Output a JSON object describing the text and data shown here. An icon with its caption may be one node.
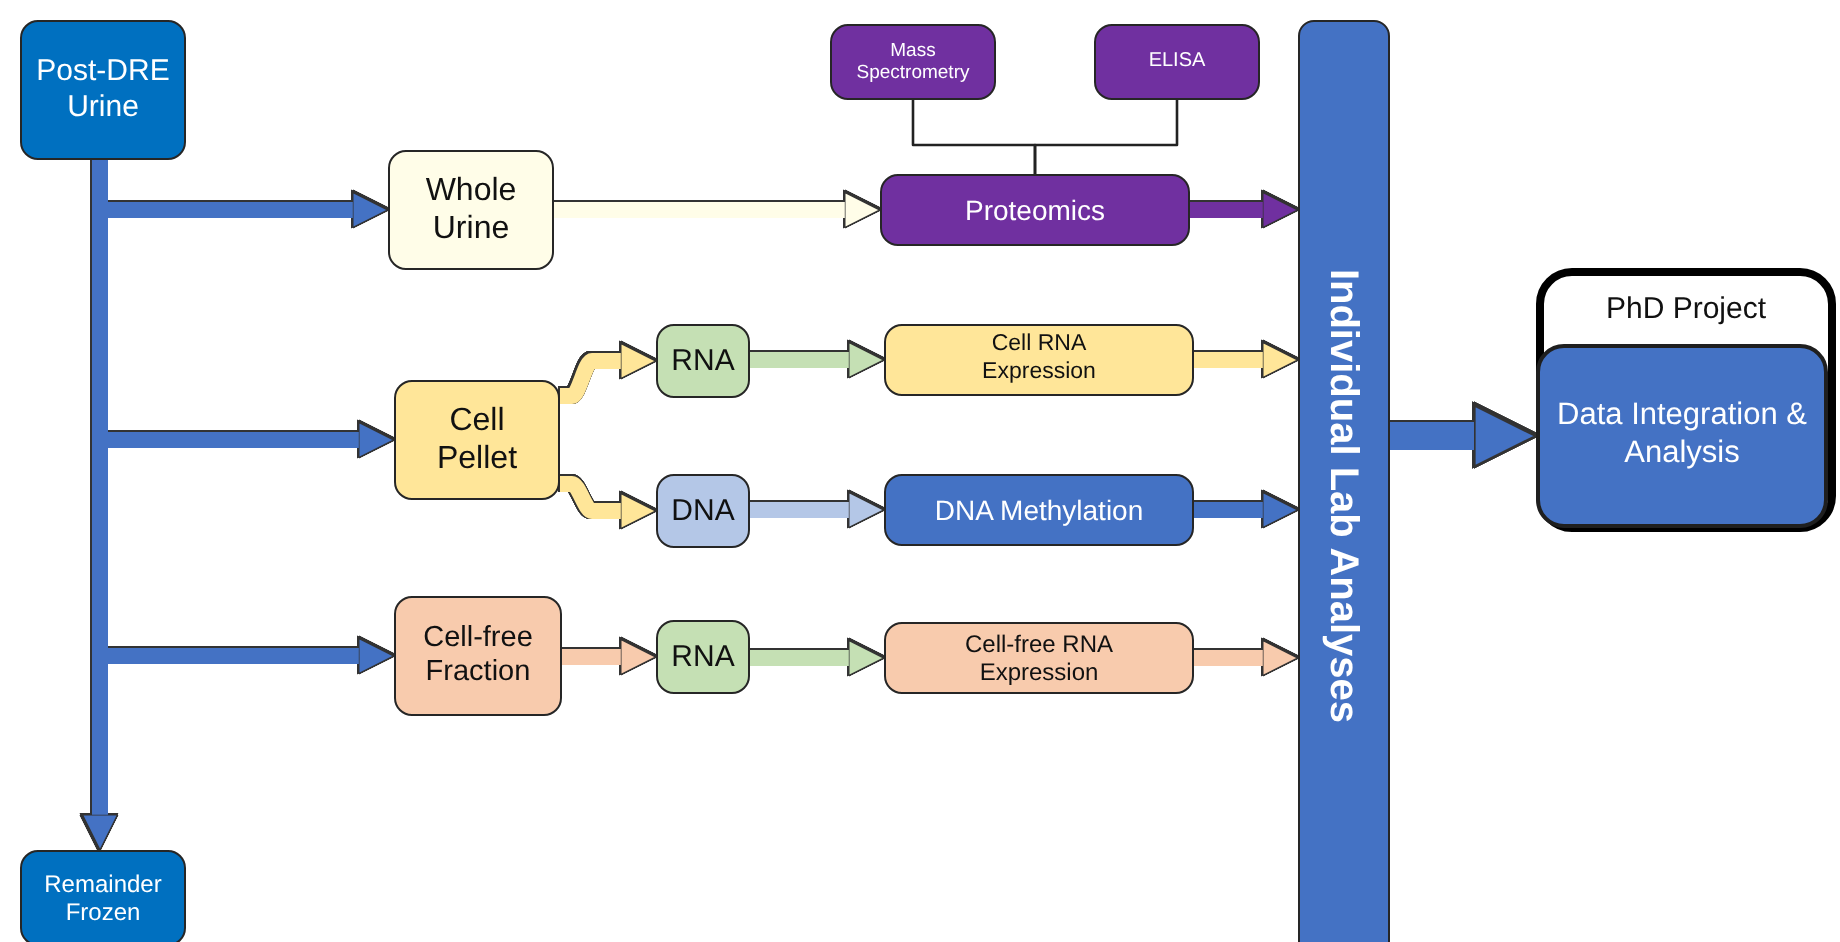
{
  "diagram": {
    "nodes": [
      {
        "text": [
          "Post-DRE Urine"
        ]
      },
      {
        "text": [
          "Remainder Frozen"
        ]
      },
      {
        "text": [
          "Whole Urine"
        ]
      },
      {
        "text": [
          "Cell Pellet"
        ]
      },
      {
        "text": [
          "Cell-free Fraction"
        ]
      },
      {
        "text": [
          "RNA"
        ]
      },
      {
        "text": [
          "DNA"
        ]
      },
      {
        "text": [
          "RNA"
        ]
      },
      {
        "text": [
          "Mass Spectrometry"
        ]
      },
      {
        "text": [
          "ELISA"
        ]
      },
      {
        "text": [
          "Proteomics"
        ]
      },
      {
        "text": [
          "Cell RNA Expression"
        ]
      },
      {
        "text": [
          "DNA Methylation"
        ]
      },
      {
        "text": [
          "Cell-free RNA Expression"
        ]
      },
      {
        "text": [
          "Individual Lab Analyses"
        ]
      },
      {
        "text": [
          "PhD Project"
        ]
      },
      {
        "text": [
          "Data Integration & Analysis"
        ],
        "in": 15
      }
    ],
    "edges": [
      {
        "from": 0,
        "to": 2,
        "arrow": "to"
      },
      {
        "from": 0,
        "to": 3,
        "arrow": "to"
      },
      {
        "from": 0,
        "to": 4,
        "arrow": "to"
      },
      {
        "from": 0,
        "to": 1,
        "arrow": "to"
      },
      {
        "from": 8,
        "to": 10,
        "arrow": "none",
        "color": "#222222"
      },
      {
        "from": 9,
        "to": 10,
        "arrow": "none",
        "color": "#222222"
      },
      {
        "from": 2,
        "to": 10,
        "arrow": "to",
        "color": "#fffde8"
      },
      {
        "from": 3,
        "to": 5,
        "arrow": "to",
        "color": "#ffe699"
      },
      {
        "from": 3,
        "to": 6,
        "arrow": "to",
        "color": "#ffe699"
      },
      {
        "from": 4,
        "to": 7,
        "arrow": "to",
        "color": "#f8cbad"
      },
      {
        "from": 5,
        "to": 11,
        "arrow": "to",
        "color": "#c5e0b4"
      },
      {
        "from": 6,
        "to": 12,
        "arrow": "to",
        "color": "#b4c7e7"
      },
      {
        "from": 7,
        "to": 13,
        "arrow": "to",
        "color": "#c5e0b4"
      },
      {
        "from": 10,
        "to": 14,
        "arrow": "to",
        "color": "#7030a0"
      },
      {
        "from": 11,
        "to": 14,
        "arrow": "to",
        "color": "#ffe699"
      },
      {
        "from": 12,
        "to": 14,
        "arrow": "to"
      },
      {
        "from": 13,
        "to": 14,
        "arrow": "to",
        "color": "#f8cbad"
      },
      {
        "from": 14,
        "to": 16,
        "arrow": "to"
      }
    ]
  }
}
